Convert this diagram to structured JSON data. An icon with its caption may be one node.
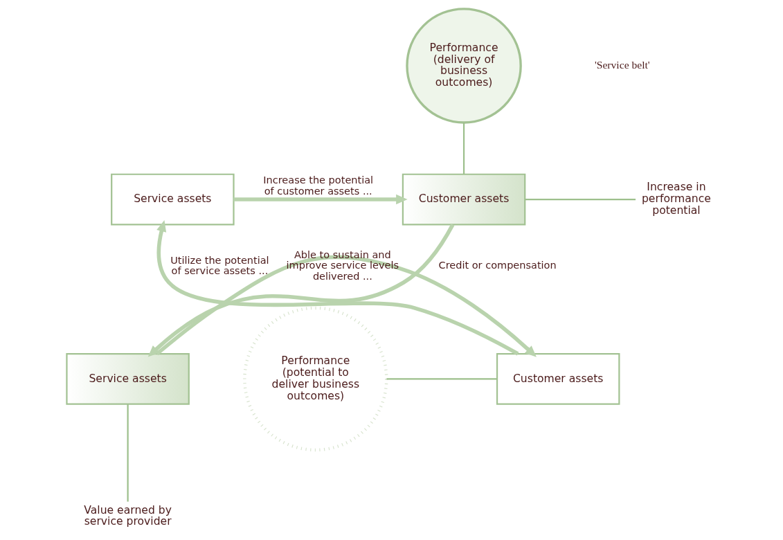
{
  "diagram": {
    "nodes": [
      {
        "text": [
          "Performance (delivery of business outcomes)"
        ]
      },
      {
        "text": [
          "Service assets"
        ]
      },
      {
        "text": [
          "Customer assets"
        ]
      },
      {
        "text": [
          "Service assets"
        ]
      },
      {
        "text": [
          "Customer assets"
        ]
      },
      {
        "text": [
          "Performance (potential to deliver business outcomes)"
        ]
      },
      {
        "text": [
          "Increase in performance potential"
        ]
      },
      {
        "text": [
          "Value earned by service provider"
        ]
      }
    ],
    "edges": [
      {
        "from": 1,
        "to": 2,
        "arrow": "to",
        "label": "Increase the potential of customer assets ...",
        "style": "thick"
      },
      {
        "from": 2,
        "to": 3,
        "arrow": "to",
        "label": "Credit or compensation",
        "style": "thick"
      },
      {
        "from": 3,
        "to": 4,
        "arrow": "to",
        "label": "Able to sustain and improve service levels delivered ...",
        "style": "thick"
      },
      {
        "from": 4,
        "to": 1,
        "arrow": "to",
        "label": "Utilize the potential of service assets ...",
        "style": "thick"
      },
      {
        "from": 0,
        "to": 2,
        "arrow": "none",
        "color": "#9dbf8c"
      },
      {
        "from": 2,
        "to": 6,
        "arrow": "none",
        "color": "#9dbf8c"
      },
      {
        "from": 3,
        "to": 7,
        "arrow": "none",
        "color": "#9dbf8c"
      },
      {
        "from": 5,
        "to": 4,
        "arrow": "none",
        "color": "#9dbf8c"
      }
    ],
    "labels": [
      "'Service belt'"
    ]
  }
}
